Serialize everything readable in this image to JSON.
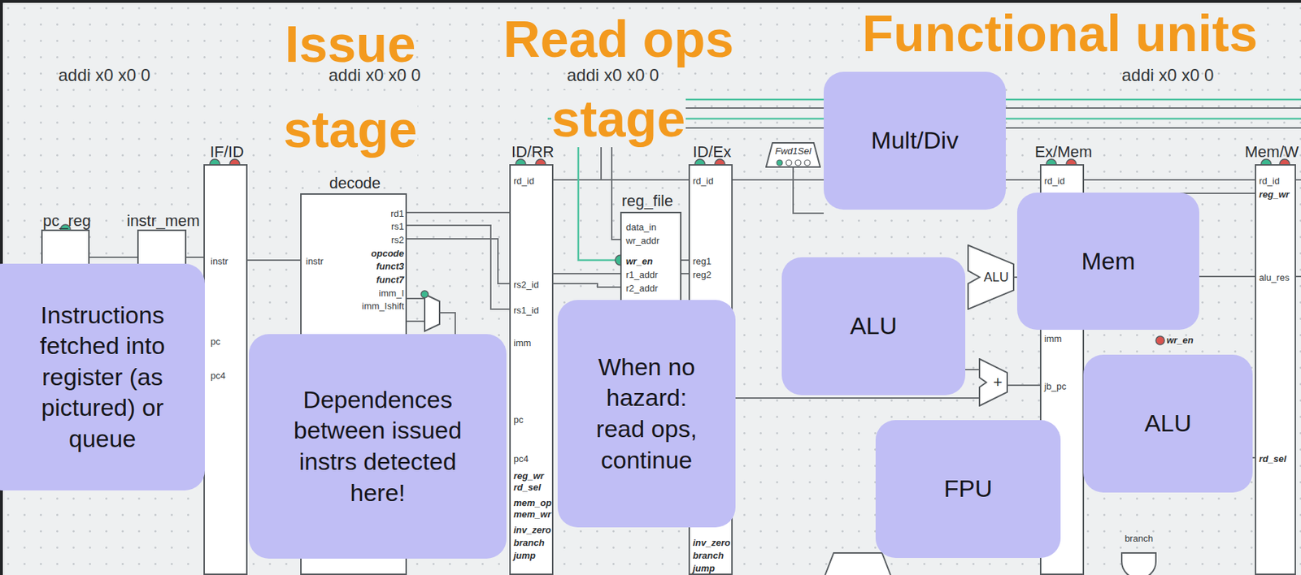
{
  "diagram": {
    "nodes": [
      {
        "text": [
          "pc_reg"
        ]
      },
      {
        "text": [
          "instr_mem"
        ]
      },
      {
        "text": [
          "IF/ID",
          "instr",
          "pc",
          "pc4"
        ]
      },
      {
        "text": [
          "decode",
          "instr",
          "rd1",
          "rs1",
          "rs2",
          "opcode",
          "funct3",
          "funct7",
          "imm_I",
          "imm_Ishift"
        ]
      },
      {
        "text": [
          "ID/RR",
          "rd_id",
          "rs2_id",
          "rs1_id",
          "imm",
          "pc",
          "pc4",
          "reg_wr",
          "rd_sel",
          "mem_op",
          "mem_wr",
          "inv_zero",
          "branch",
          "jump"
        ]
      },
      {
        "text": [
          "reg_file",
          "data_in",
          "wr_addr",
          "wr_en",
          "r1_addr",
          "r2_addr"
        ]
      },
      {
        "text": [
          "ID/Ex",
          "rd_id",
          "reg1",
          "reg2",
          "inv_zero",
          "branch",
          "jump"
        ]
      },
      {
        "text": [
          "Fwd1Sel"
        ]
      },
      {
        "text": [
          "ALU"
        ]
      },
      {
        "text": [
          "+"
        ]
      },
      {
        "text": [
          "Ex/Mem",
          "rd_id",
          "imm",
          "jb_pc"
        ]
      },
      {
        "text": [
          "Mem/W",
          "rd_id",
          "reg_wr",
          "alu_res",
          "rd_sel"
        ]
      },
      {
        "text": [
          "Instructions fetched into register (as pictured) or queue"
        ]
      },
      {
        "text": [
          "Dependences between issued instrs detected here!"
        ]
      },
      {
        "text": [
          "When no hazard: read ops, continue"
        ]
      },
      {
        "text": [
          "Mult/Div"
        ]
      },
      {
        "text": [
          "ALU"
        ]
      },
      {
        "text": [
          "Mem"
        ]
      },
      {
        "text": [
          "ALU"
        ]
      },
      {
        "text": [
          "FPU"
        ]
      }
    ],
    "edges": [
      {
        "from": 0,
        "to": 1,
        "arrow": "none"
      },
      {
        "from": 1,
        "to": 2,
        "arrow": "none"
      },
      {
        "from": 2,
        "to": 3,
        "arrow": "none"
      },
      {
        "from": 3,
        "to": 4,
        "arrow": "none"
      },
      {
        "from": 4,
        "to": 5,
        "arrow": "none"
      },
      {
        "from": 5,
        "to": 6,
        "arrow": "none"
      },
      {
        "from": 6,
        "to": 10,
        "arrow": "none"
      },
      {
        "from": 10,
        "to": 11,
        "arrow": "none"
      }
    ],
    "labels": [
      "Issue stage",
      "Read ops stage",
      "Functional units",
      "addi x0 x0 0",
      "addi x0 x0 0",
      "addi x0 x0 0",
      "addi x0 x0 0",
      "branch",
      "wr_en"
    ]
  }
}
